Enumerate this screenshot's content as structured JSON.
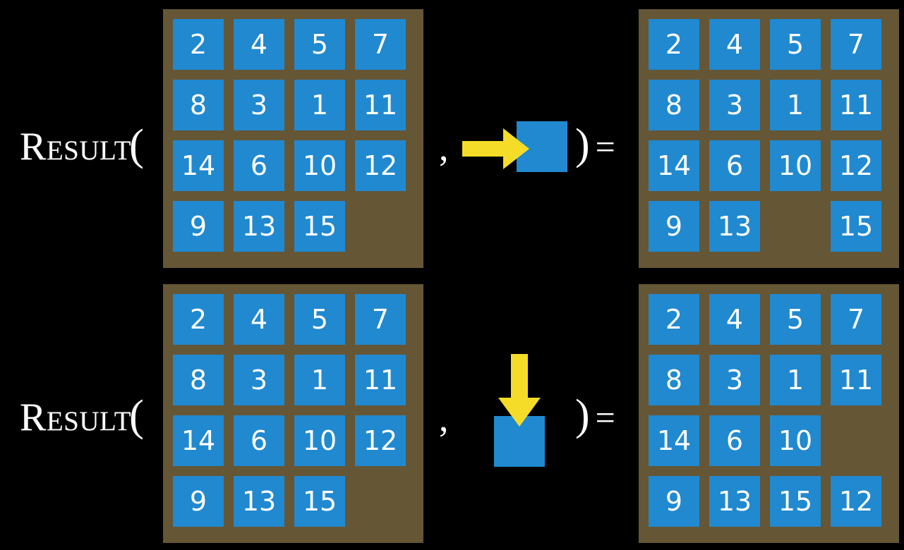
{
  "page": {
    "background_color": "#000000",
    "tile_color": "#2089d0",
    "board_color": "#655635",
    "arrow_color": "#f5dc28",
    "text_color": "#ffffff"
  },
  "symbols": {
    "result_word": "Result",
    "paren_open": "(",
    "paren_close": ")",
    "comma": ",",
    "equals": "="
  },
  "rows": [
    {
      "id": "right-move",
      "input_board": {
        "label": "input-grid",
        "rows": [
          [
            "2",
            "4",
            "5",
            "7"
          ],
          [
            "8",
            "3",
            "1",
            "11"
          ],
          [
            "14",
            "6",
            "10",
            "12"
          ],
          [
            "9",
            "13",
            "15",
            ""
          ]
        ]
      },
      "move": {
        "direction": "right",
        "arrow_icon": "arrow-right-icon",
        "square_icon": "blue-tile-icon"
      },
      "output_board": {
        "label": "output-grid",
        "rows": [
          [
            "2",
            "4",
            "5",
            "7"
          ],
          [
            "8",
            "3",
            "1",
            "11"
          ],
          [
            "14",
            "6",
            "10",
            "12"
          ],
          [
            "9",
            "13",
            "",
            "15"
          ]
        ]
      }
    },
    {
      "id": "down-move",
      "input_board": {
        "label": "input-grid",
        "rows": [
          [
            "2",
            "4",
            "5",
            "7"
          ],
          [
            "8",
            "3",
            "1",
            "11"
          ],
          [
            "14",
            "6",
            "10",
            "12"
          ],
          [
            "9",
            "13",
            "15",
            ""
          ]
        ]
      },
      "move": {
        "direction": "down",
        "arrow_icon": "arrow-down-icon",
        "square_icon": "blue-tile-icon"
      },
      "output_board": {
        "label": "output-grid",
        "rows": [
          [
            "2",
            "4",
            "5",
            "7"
          ],
          [
            "8",
            "3",
            "1",
            "11"
          ],
          [
            "14",
            "6",
            "10",
            ""
          ],
          [
            "9",
            "13",
            "15",
            "12"
          ]
        ]
      }
    }
  ]
}
